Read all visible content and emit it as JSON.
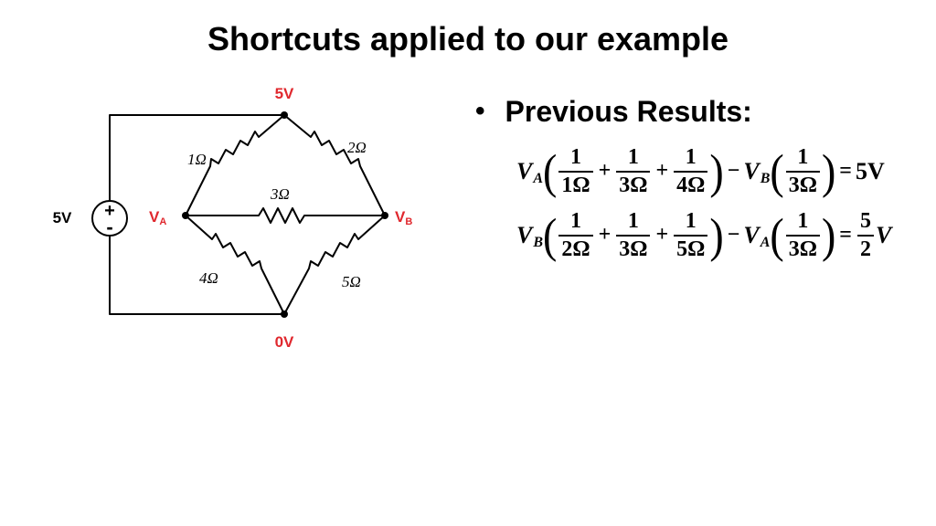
{
  "title": "Shortcuts applied to our example",
  "circuit": {
    "top_node_label": "5V",
    "bottom_node_label": "0V",
    "source_label": "5V",
    "source_plus": "+",
    "source_minus": "-",
    "node_a_label": "V",
    "node_a_sub": "A",
    "node_b_label": "V",
    "node_b_sub": "B",
    "resistors": {
      "r1": "1Ω",
      "r2": "2Ω",
      "r3": "3Ω",
      "r4": "4Ω",
      "r5": "5Ω"
    },
    "colors": {
      "node_label": "#e0282e",
      "wire": "#000000"
    }
  },
  "bullet": "Previous Results:",
  "equations": {
    "eq1": {
      "v1": "V",
      "v1_sub": "A",
      "f1_num": "1",
      "f1_den": "1Ω",
      "f2_num": "1",
      "f2_den": "3Ω",
      "f3_num": "1",
      "f3_den": "4Ω",
      "v2": "V",
      "v2_sub": "B",
      "f4_num": "1",
      "f4_den": "3Ω",
      "rhs": "5V"
    },
    "eq2": {
      "v1": "V",
      "v1_sub": "B",
      "f1_num": "1",
      "f1_den": "2Ω",
      "f2_num": "1",
      "f2_den": "3Ω",
      "f3_num": "1",
      "f3_den": "5Ω",
      "v2": "V",
      "v2_sub": "A",
      "f4_num": "1",
      "f4_den": "3Ω",
      "rhs_num": "5",
      "rhs_den": "2",
      "rhs_unit": "V"
    }
  }
}
